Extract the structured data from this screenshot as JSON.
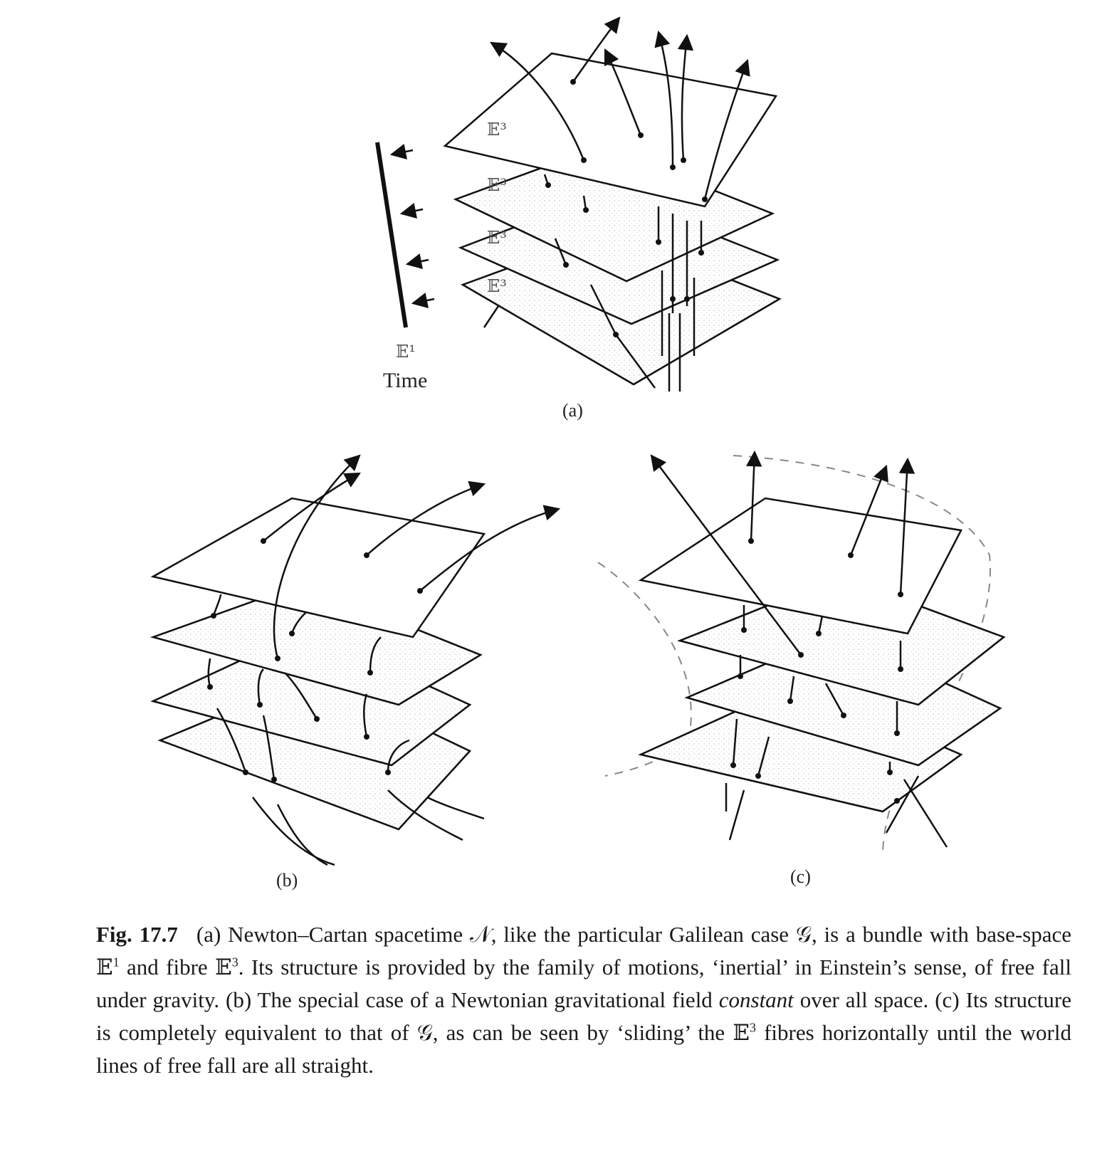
{
  "figure": {
    "panel_labels": {
      "a": "(a)",
      "b": "(b)",
      "c": "(c)"
    },
    "time_axis": {
      "space_label": "𝔼¹",
      "time_label": "Time"
    },
    "fibre_label": "𝔼³"
  },
  "caption": {
    "figure_number": "Fig. 17.7",
    "part1": "(a) Newton–Cartan spacetime 𝒩, like the particular Galilean case 𝒢, is a bundle with base-space 𝔼",
    "sup1": "1",
    "part2": " and fibre 𝔼",
    "sup2": "3",
    "part3": ". Its structure is provided by the family of motions, ‘inertial’ in Einstein’s sense, of free fall under gravity. (b) The special case of a Newtonian gravitational field ",
    "emphasis": "constant",
    "part4": " over all space. (c) Its structure is completely equivalent to that of 𝒢, as can be seen by ‘sliding’ the 𝔼",
    "sup3": "3",
    "part5": " fibres horizontally until the world lines of free fall are all straight."
  }
}
